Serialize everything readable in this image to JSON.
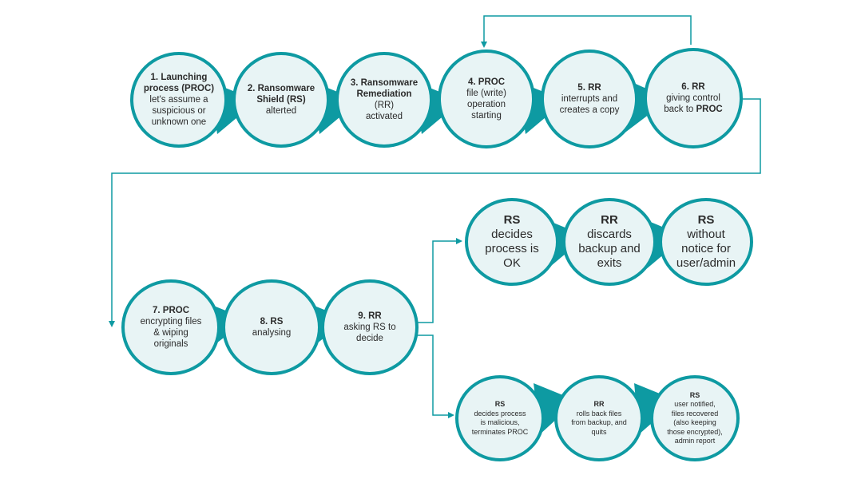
{
  "colors": {
    "accent": "#0e9aa2",
    "node_fill": "#e8f4f5",
    "text": "#2b2b2b"
  },
  "nodes": [
    {
      "title": "1. Launching process (PROC)",
      "body": "let's assume a\nsuspicious or\nunknown one"
    },
    {
      "title": "2. Ransomware Shield (RS)",
      "body": "alterted"
    },
    {
      "title": "3. Ransomware Remediation",
      "body": "(RR)\nactivated"
    },
    {
      "title": "4. PROC",
      "body": "file (write)\noperation\nstarting"
    },
    {
      "title": "5. RR",
      "body": "interrupts and\ncreates a copy"
    },
    {
      "title": "6. RR",
      "body": "giving control\nback to",
      "body_bold": "PROC"
    },
    {
      "title": "7. PROC",
      "body": "encrypting files\n& wiping\noriginals"
    },
    {
      "title": "8. RS",
      "body": "analysing"
    },
    {
      "title": "9. RR",
      "body": "asking RS to\ndecide"
    },
    {
      "title": "RS",
      "body": "decides\nprocess is\nOK"
    },
    {
      "title": "RR",
      "body": "discards\nbackup and\nexits"
    },
    {
      "title": "RS",
      "body": "without\nnotice for\nuser/admin"
    },
    {
      "title": "RS",
      "body": "decides process\nis malicious,\nterminates PROC"
    },
    {
      "title": "RR",
      "body": "rolls back files\nfrom backup, and\nquits"
    },
    {
      "title": "RS",
      "body": "user notified,\nfiles recovered\n(also keeping\nthose encrypted),\nadmin report"
    }
  ]
}
